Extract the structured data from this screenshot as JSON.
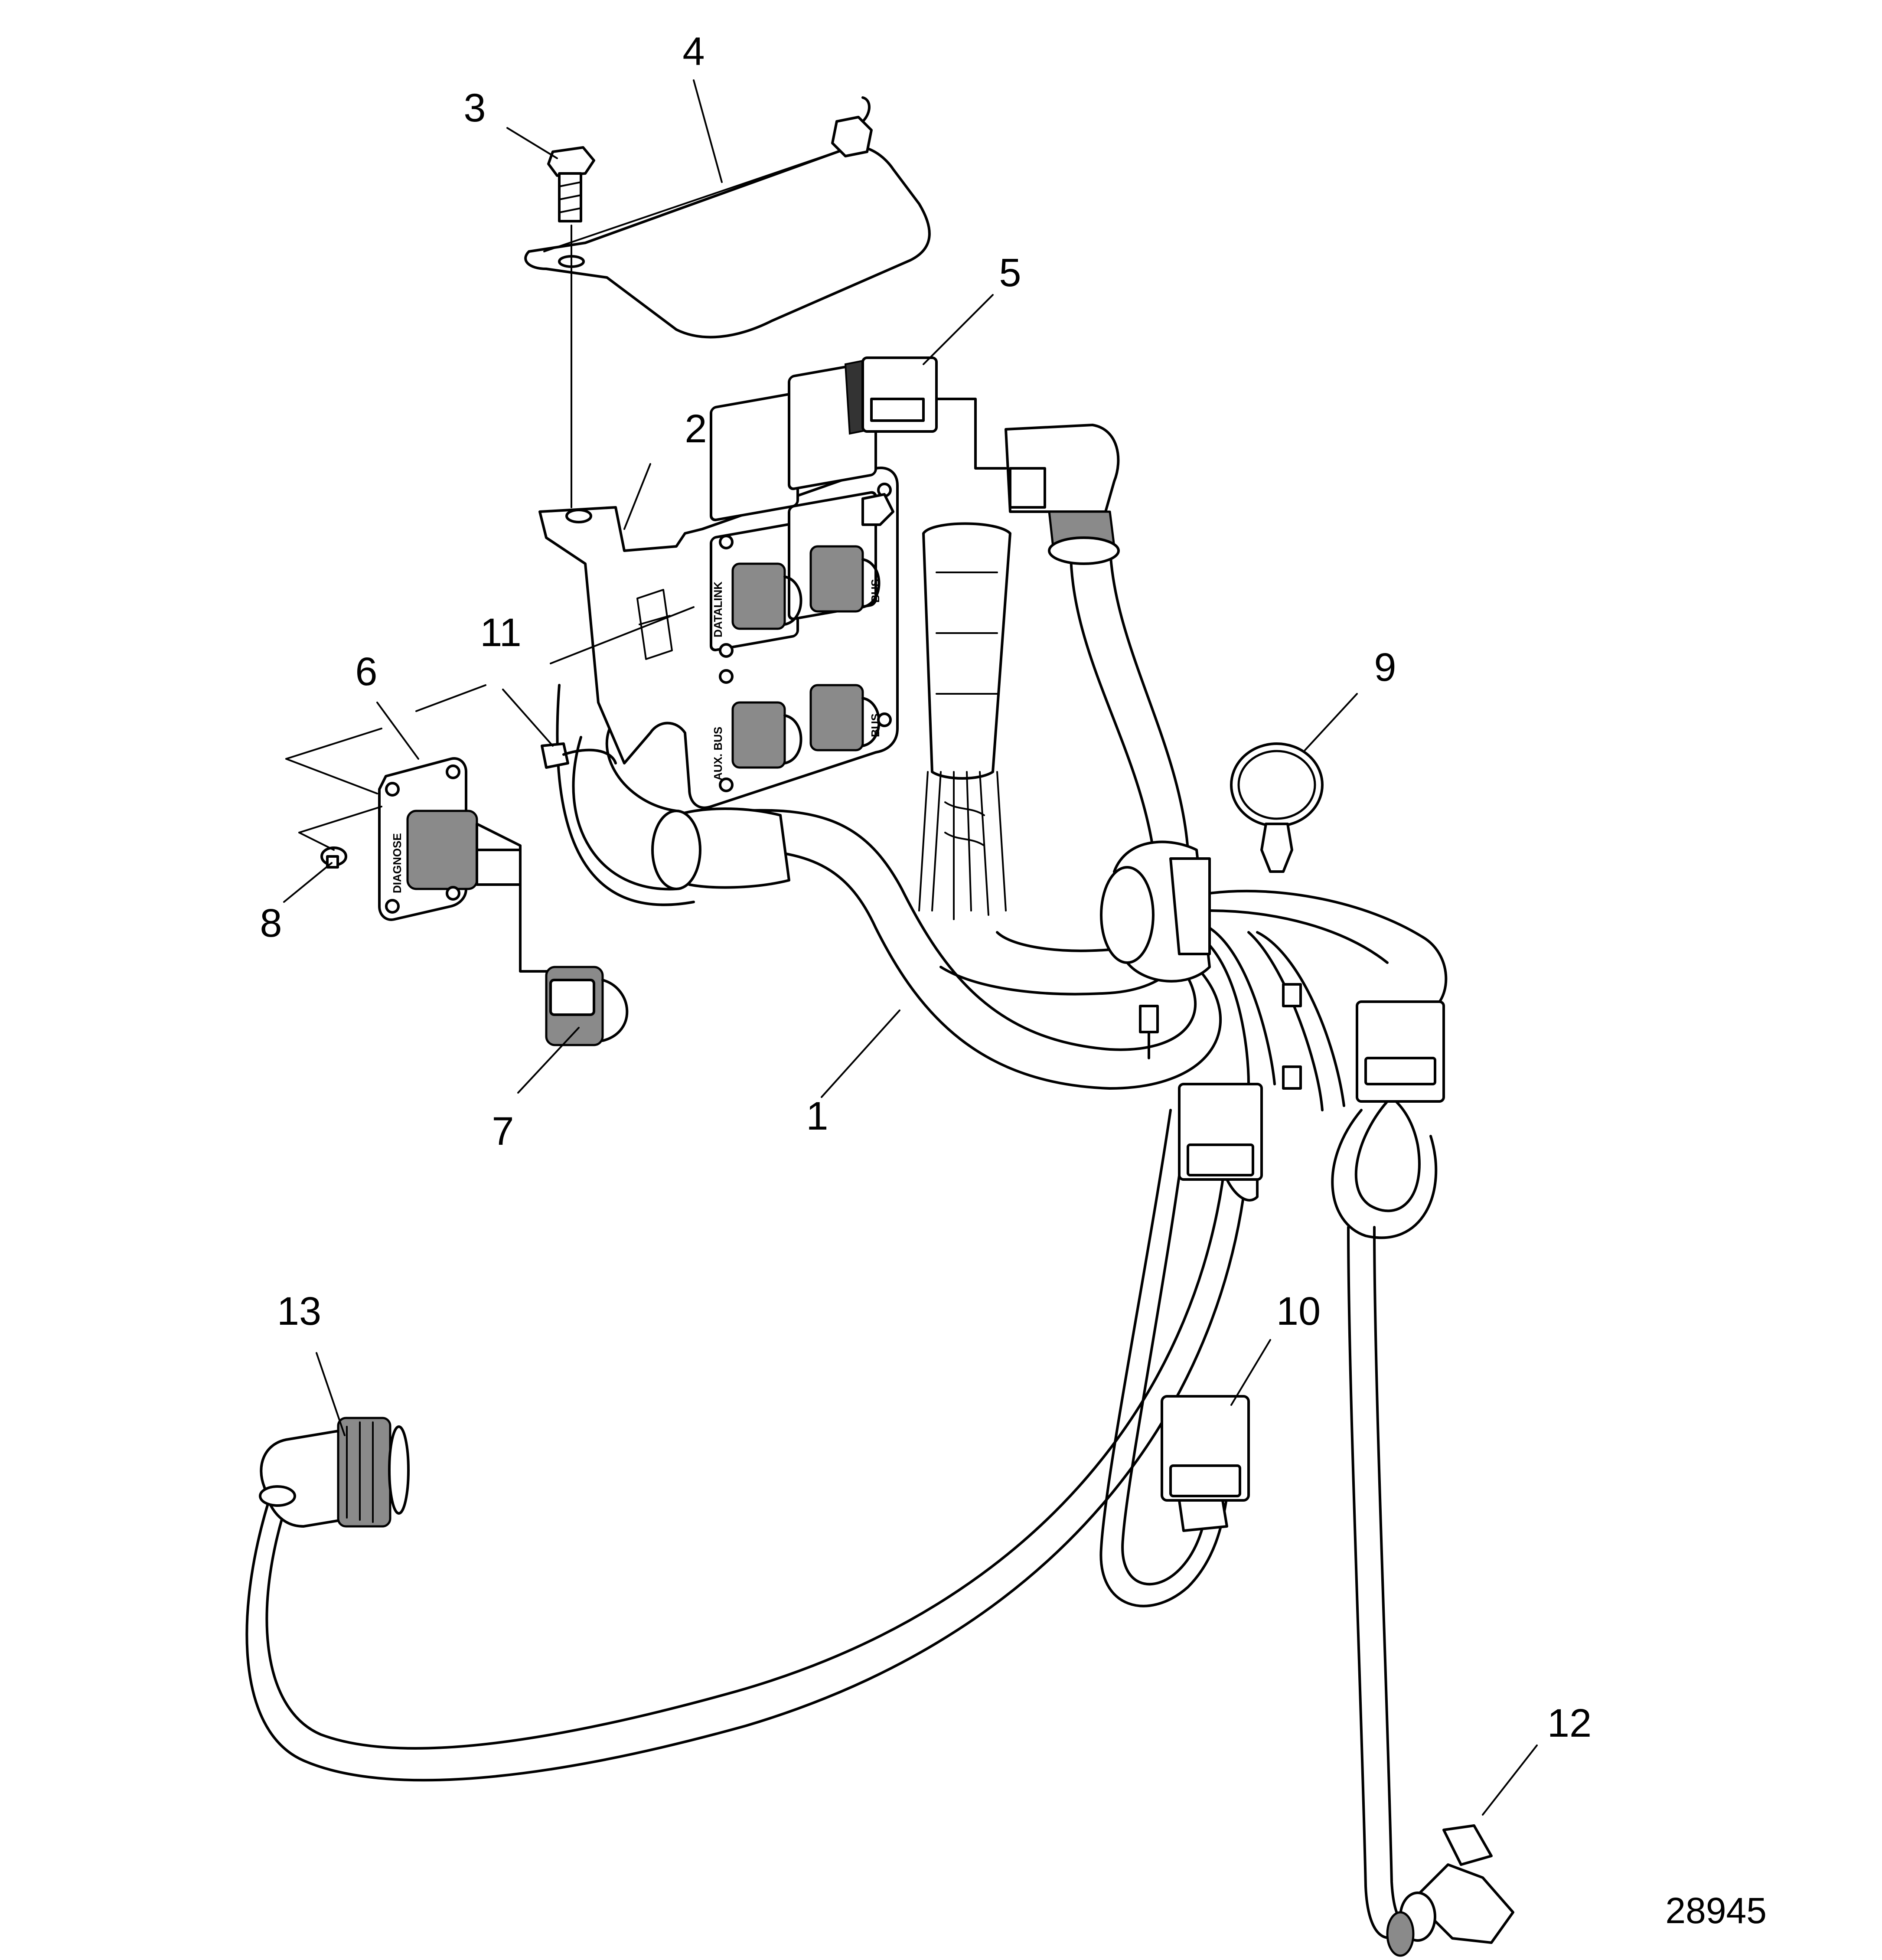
{
  "figure_number": "28945",
  "callouts": [
    {
      "id": "1",
      "text": "1"
    },
    {
      "id": "2",
      "text": "2"
    },
    {
      "id": "3",
      "text": "3"
    },
    {
      "id": "4",
      "text": "4"
    },
    {
      "id": "5",
      "text": "5"
    },
    {
      "id": "6",
      "text": "6"
    },
    {
      "id": "7",
      "text": "7"
    },
    {
      "id": "8",
      "text": "8"
    },
    {
      "id": "9",
      "text": "9"
    },
    {
      "id": "10",
      "text": "10"
    },
    {
      "id": "11",
      "text": "11"
    },
    {
      "id": "12",
      "text": "12"
    },
    {
      "id": "13",
      "text": "13"
    }
  ],
  "labels": {
    "datalink": "DATALINK",
    "aux_bus": "AUX. BUS",
    "bus": "BUS",
    "diagnose": "DIAGNOSE"
  }
}
